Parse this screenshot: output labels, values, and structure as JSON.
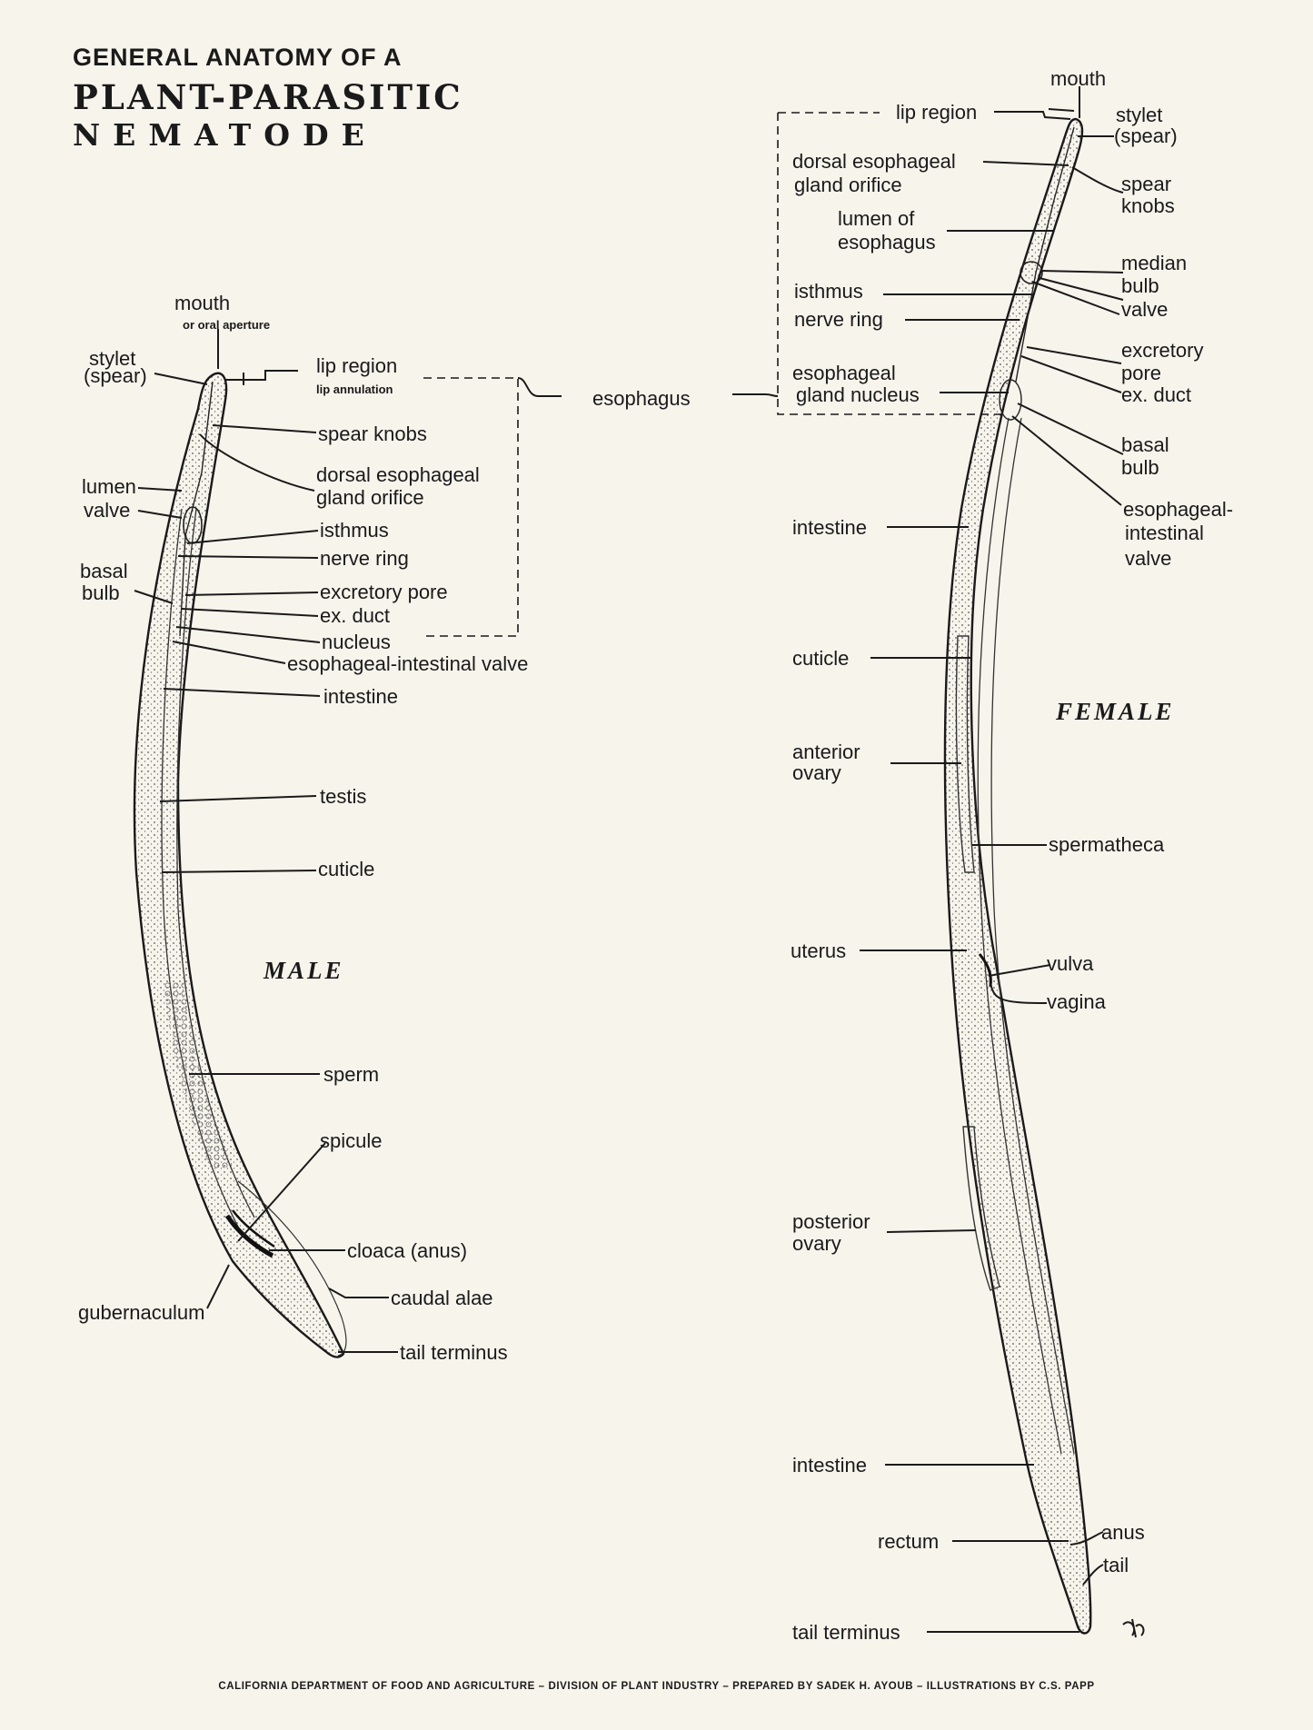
{
  "title": {
    "line1": "GENERAL ANATOMY OF A",
    "line2": "PLANT-PARASITIC",
    "line3": "NEMATODE"
  },
  "shared": {
    "esophagus": "esophagus"
  },
  "male": {
    "heading": "MALE",
    "labels": {
      "mouth": "mouth",
      "oral_aperture": "or oral aperture",
      "stylet": "stylet",
      "spear": "(spear)",
      "lip_region": "lip region",
      "lip_annulation": "lip annulation",
      "spear_knobs": "spear knobs",
      "dorsal_1": "dorsal esophageal",
      "dorsal_2": "gland orifice",
      "lumen": "lumen",
      "valve": "valve",
      "isthmus": "isthmus",
      "nerve_ring": "nerve ring",
      "basal": "basal",
      "bulb": "bulb",
      "excretory_pore": "excretory pore",
      "ex_duct": "ex. duct",
      "nucleus": "nucleus",
      "eso_int_valve": "esophageal-intestinal valve",
      "intestine": "intestine",
      "testis": "testis",
      "cuticle": "cuticle",
      "sperm": "sperm",
      "spicule": "spicule",
      "cloaca": "cloaca (anus)",
      "caudal_alae": "caudal alae",
      "gubernaculum": "gubernaculum",
      "tail_terminus": "tail terminus"
    }
  },
  "female": {
    "heading": "FEMALE",
    "labels": {
      "mouth": "mouth",
      "lip_region": "lip region",
      "stylet": "stylet",
      "spear": "(spear)",
      "dorsal_1": "dorsal esophageal",
      "dorsal_2": "gland orifice",
      "spear_1": "spear",
      "knobs": "knobs",
      "lumen_1": "lumen of",
      "lumen_2": "esophagus",
      "median": "median",
      "bulb_m": "bulb",
      "valve": "valve",
      "isthmus": "isthmus",
      "nerve_ring": "nerve ring",
      "excretory": "excretory",
      "pore": "pore",
      "ex_duct": "ex. duct",
      "gland_1": "esophageal",
      "gland_2": "gland nucleus",
      "basal": "basal",
      "bulb_b": "bulb",
      "eiv_1": "esophageal-",
      "eiv_2": "intestinal",
      "eiv_3": "valve",
      "intestine": "intestine",
      "cuticle": "cuticle",
      "ant_ovary_1": "anterior",
      "ant_ovary_2": "ovary",
      "spermatheca": "spermatheca",
      "uterus": "uterus",
      "vulva": "vulva",
      "vagina": "vagina",
      "post_ovary_1": "posterior",
      "post_ovary_2": "ovary",
      "intestine_2": "intestine",
      "rectum": "rectum",
      "anus": "anus",
      "tail": "tail",
      "tail_terminus": "tail terminus"
    }
  },
  "footer": "CALIFORNIA DEPARTMENT OF FOOD AND AGRICULTURE – DIVISION OF PLANT INDUSTRY – PREPARED BY SADEK H. AYOUB – ILLUSTRATIONS BY C.S. PAPP"
}
